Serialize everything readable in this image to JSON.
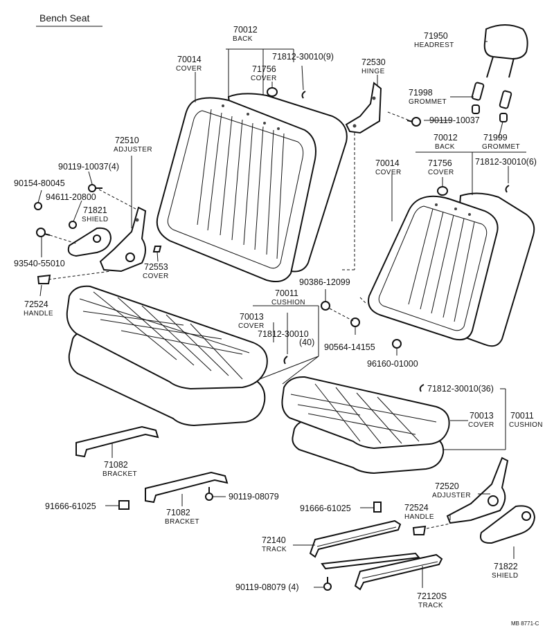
{
  "title": "Bench Seat",
  "code": "MB 8771-C",
  "labels": {
    "l70012a": {
      "pn": "70012",
      "nm": "BACK"
    },
    "l70014a": {
      "pn": "70014",
      "nm": "COVER"
    },
    "l71756a": {
      "pn": "71756",
      "nm": "COVER"
    },
    "l71812a": {
      "pn": "71812-30010(9)",
      "nm": ""
    },
    "l72530": {
      "pn": "72530",
      "nm": "HINGE"
    },
    "l71950": {
      "pn": "71950",
      "nm": "HEADREST"
    },
    "l71998": {
      "pn": "71998",
      "nm": "GROMMET"
    },
    "l90119a": {
      "pn": "90119-10037",
      "nm": ""
    },
    "l70012b": {
      "pn": "70012",
      "nm": "BACK"
    },
    "l71999": {
      "pn": "71999",
      "nm": "GROMMET"
    },
    "l70014b": {
      "pn": "70014",
      "nm": "COVER"
    },
    "l71756b": {
      "pn": "71756",
      "nm": "COVER"
    },
    "l71812b": {
      "pn": "71812-30010(6)",
      "nm": ""
    },
    "l72510": {
      "pn": "72510",
      "nm": "ADJUSTER"
    },
    "l90119b": {
      "pn": "90119-10037(4)",
      "nm": ""
    },
    "l90154": {
      "pn": "90154-80045",
      "nm": ""
    },
    "l94611": {
      "pn": "94611-20800",
      "nm": ""
    },
    "l71821": {
      "pn": "71821",
      "nm": "SHIELD"
    },
    "l93540": {
      "pn": "93540-55010",
      "nm": ""
    },
    "l72553": {
      "pn": "72553",
      "nm": "COVER"
    },
    "l72524a": {
      "pn": "72524",
      "nm": "HANDLE"
    },
    "l90386": {
      "pn": "90386-12099",
      "nm": ""
    },
    "l70011a": {
      "pn": "70011",
      "nm": "CUSHION"
    },
    "l70013a": {
      "pn": "70013",
      "nm": "COVER"
    },
    "l71812c": {
      "pn": "71812-30010",
      "nm": "(40)"
    },
    "l90564": {
      "pn": "90564-14155",
      "nm": ""
    },
    "l96160": {
      "pn": "96160-01000",
      "nm": ""
    },
    "l71812d": {
      "pn": "71812-30010(36)",
      "nm": ""
    },
    "l70013b": {
      "pn": "70013",
      "nm": "COVER"
    },
    "l70011b": {
      "pn": "70011",
      "nm": "CUSHION"
    },
    "l71082a": {
      "pn": "71082",
      "nm": "BRACKET"
    },
    "l71082b": {
      "pn": "71082",
      "nm": "BRACKET"
    },
    "l90119c": {
      "pn": "90119-08079",
      "nm": ""
    },
    "l91666a": {
      "pn": "91666-61025",
      "nm": ""
    },
    "l91666b": {
      "pn": "91666-61025",
      "nm": ""
    },
    "l72520": {
      "pn": "72520",
      "nm": "ADJUSTER"
    },
    "l72524b": {
      "pn": "72524",
      "nm": "HANDLE"
    },
    "l72140": {
      "pn": "72140",
      "nm": "TRACK"
    },
    "l90119d": {
      "pn": "90119-08079 (4)",
      "nm": ""
    },
    "l72120": {
      "pn": "72120S",
      "nm": "TRACK"
    },
    "l71822": {
      "pn": "71822",
      "nm": "SHIELD"
    }
  }
}
